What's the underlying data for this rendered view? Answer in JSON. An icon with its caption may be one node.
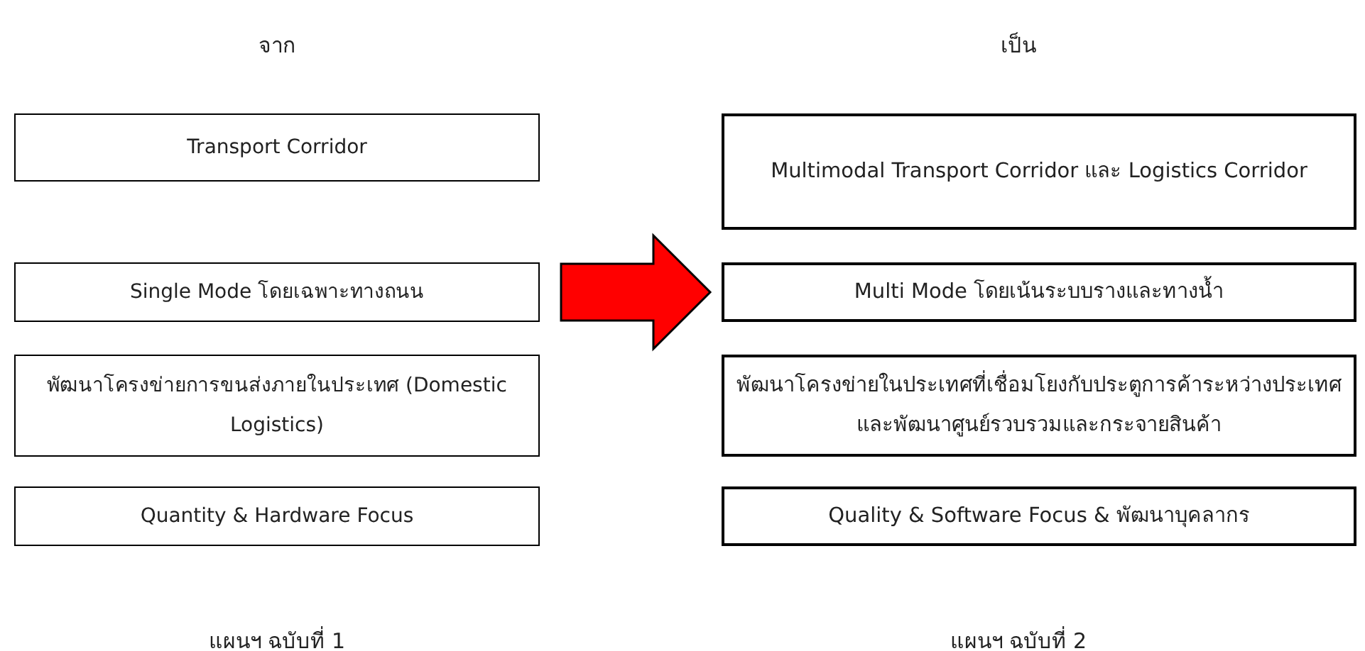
{
  "diagram": {
    "nodes": [
      {
        "text": [
          "Transport Corridor"
        ]
      },
      {
        "text": [
          "Single Mode โดยเฉพาะทางถนน"
        ]
      },
      {
        "text": [
          "พัฒนาโครงข่ายการขนส่งภายในประเทศ (Domestic Logistics)"
        ]
      },
      {
        "text": [
          "Quantity & Hardware Focus"
        ]
      },
      {
        "text": [
          "Multimodal Transport Corridor และ Logistics Corridor"
        ]
      },
      {
        "text": [
          "Multi Mode โดยเน้นระบบรางและทางน้ำ"
        ]
      },
      {
        "text": [
          "พัฒนาโครงข่ายในประเทศที่เชื่อมโยงกับประตูการค้าระหว่างประเทศ และพัฒนาศูนย์รวบรวมและกระจายสินค้า"
        ]
      },
      {
        "text": [
          "Quality & Software Focus & พัฒนาบุคลากร"
        ]
      }
    ],
    "edges": [
      {
        "from": 1,
        "to": 5,
        "arrow": "to",
        "style": "thick",
        "color": "#ff0000"
      }
    ],
    "labels": [
      "จาก",
      "เป็น",
      "แผนฯ ฉบับที่ 1",
      "แผนฯ ฉบับที่ 2"
    ]
  }
}
